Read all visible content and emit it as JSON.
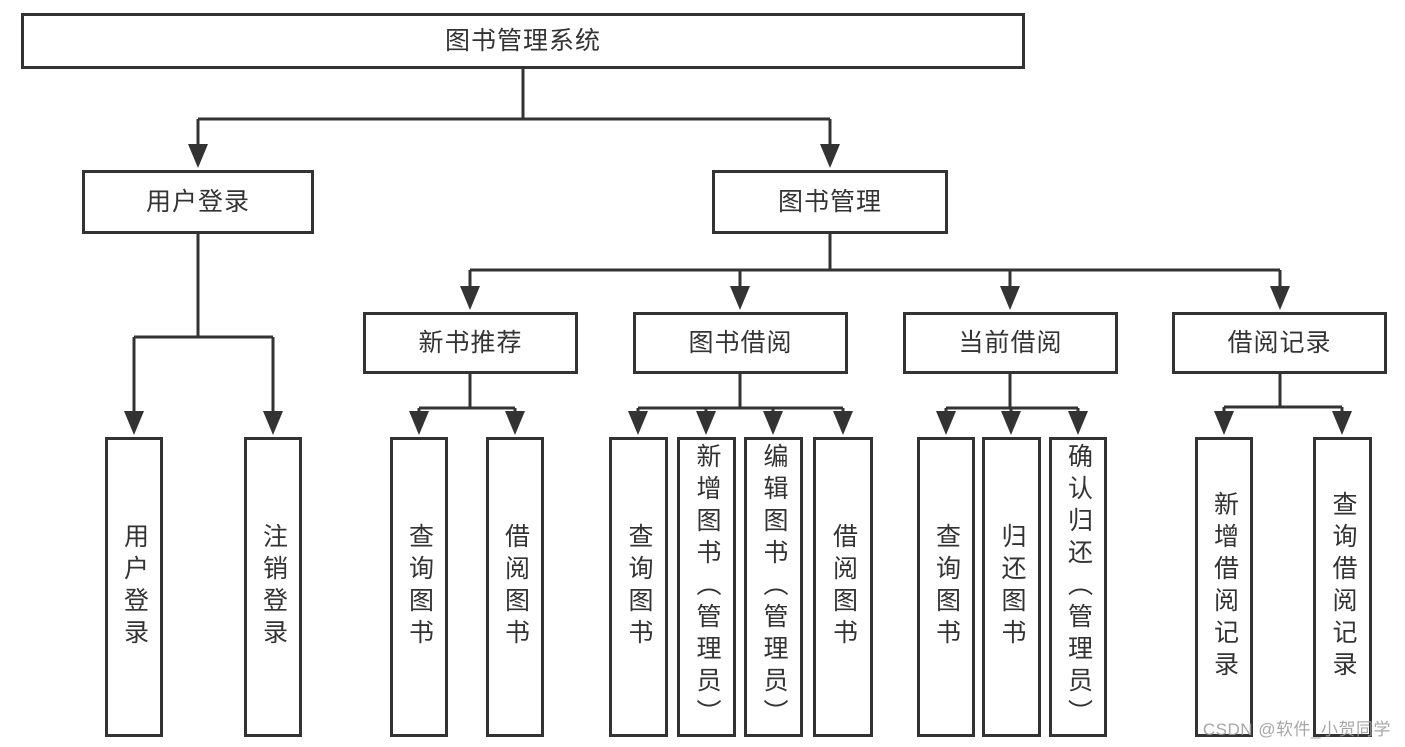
{
  "diagram": {
    "title": "图书管理系统",
    "root": {
      "label": "图书管理系统"
    },
    "branches": [
      {
        "label": "用户登录",
        "children": [
          "用户登录",
          "注销登录"
        ]
      },
      {
        "label": "图书管理",
        "children": [
          {
            "label": "新书推荐",
            "children": [
              "查询图书",
              "借阅图书"
            ]
          },
          {
            "label": "图书借阅",
            "children": [
              "查询图书",
              "新增图书（管理员）",
              "编辑图书（管理员）",
              "借阅图书"
            ]
          },
          {
            "label": "当前借阅",
            "children": [
              "查询图书",
              "归还图书",
              "确认归还（管理员）"
            ]
          },
          {
            "label": "借阅记录",
            "children": [
              "新增借阅记录",
              "查询借阅记录"
            ]
          }
        ]
      }
    ]
  },
  "watermark": {
    "text": "CSDN @软件_小贺同学"
  },
  "colors": {
    "line": "#333333",
    "box_border": "#333333",
    "text": "#333333",
    "background": "#ffffff",
    "watermark": "#9e9e9e"
  }
}
